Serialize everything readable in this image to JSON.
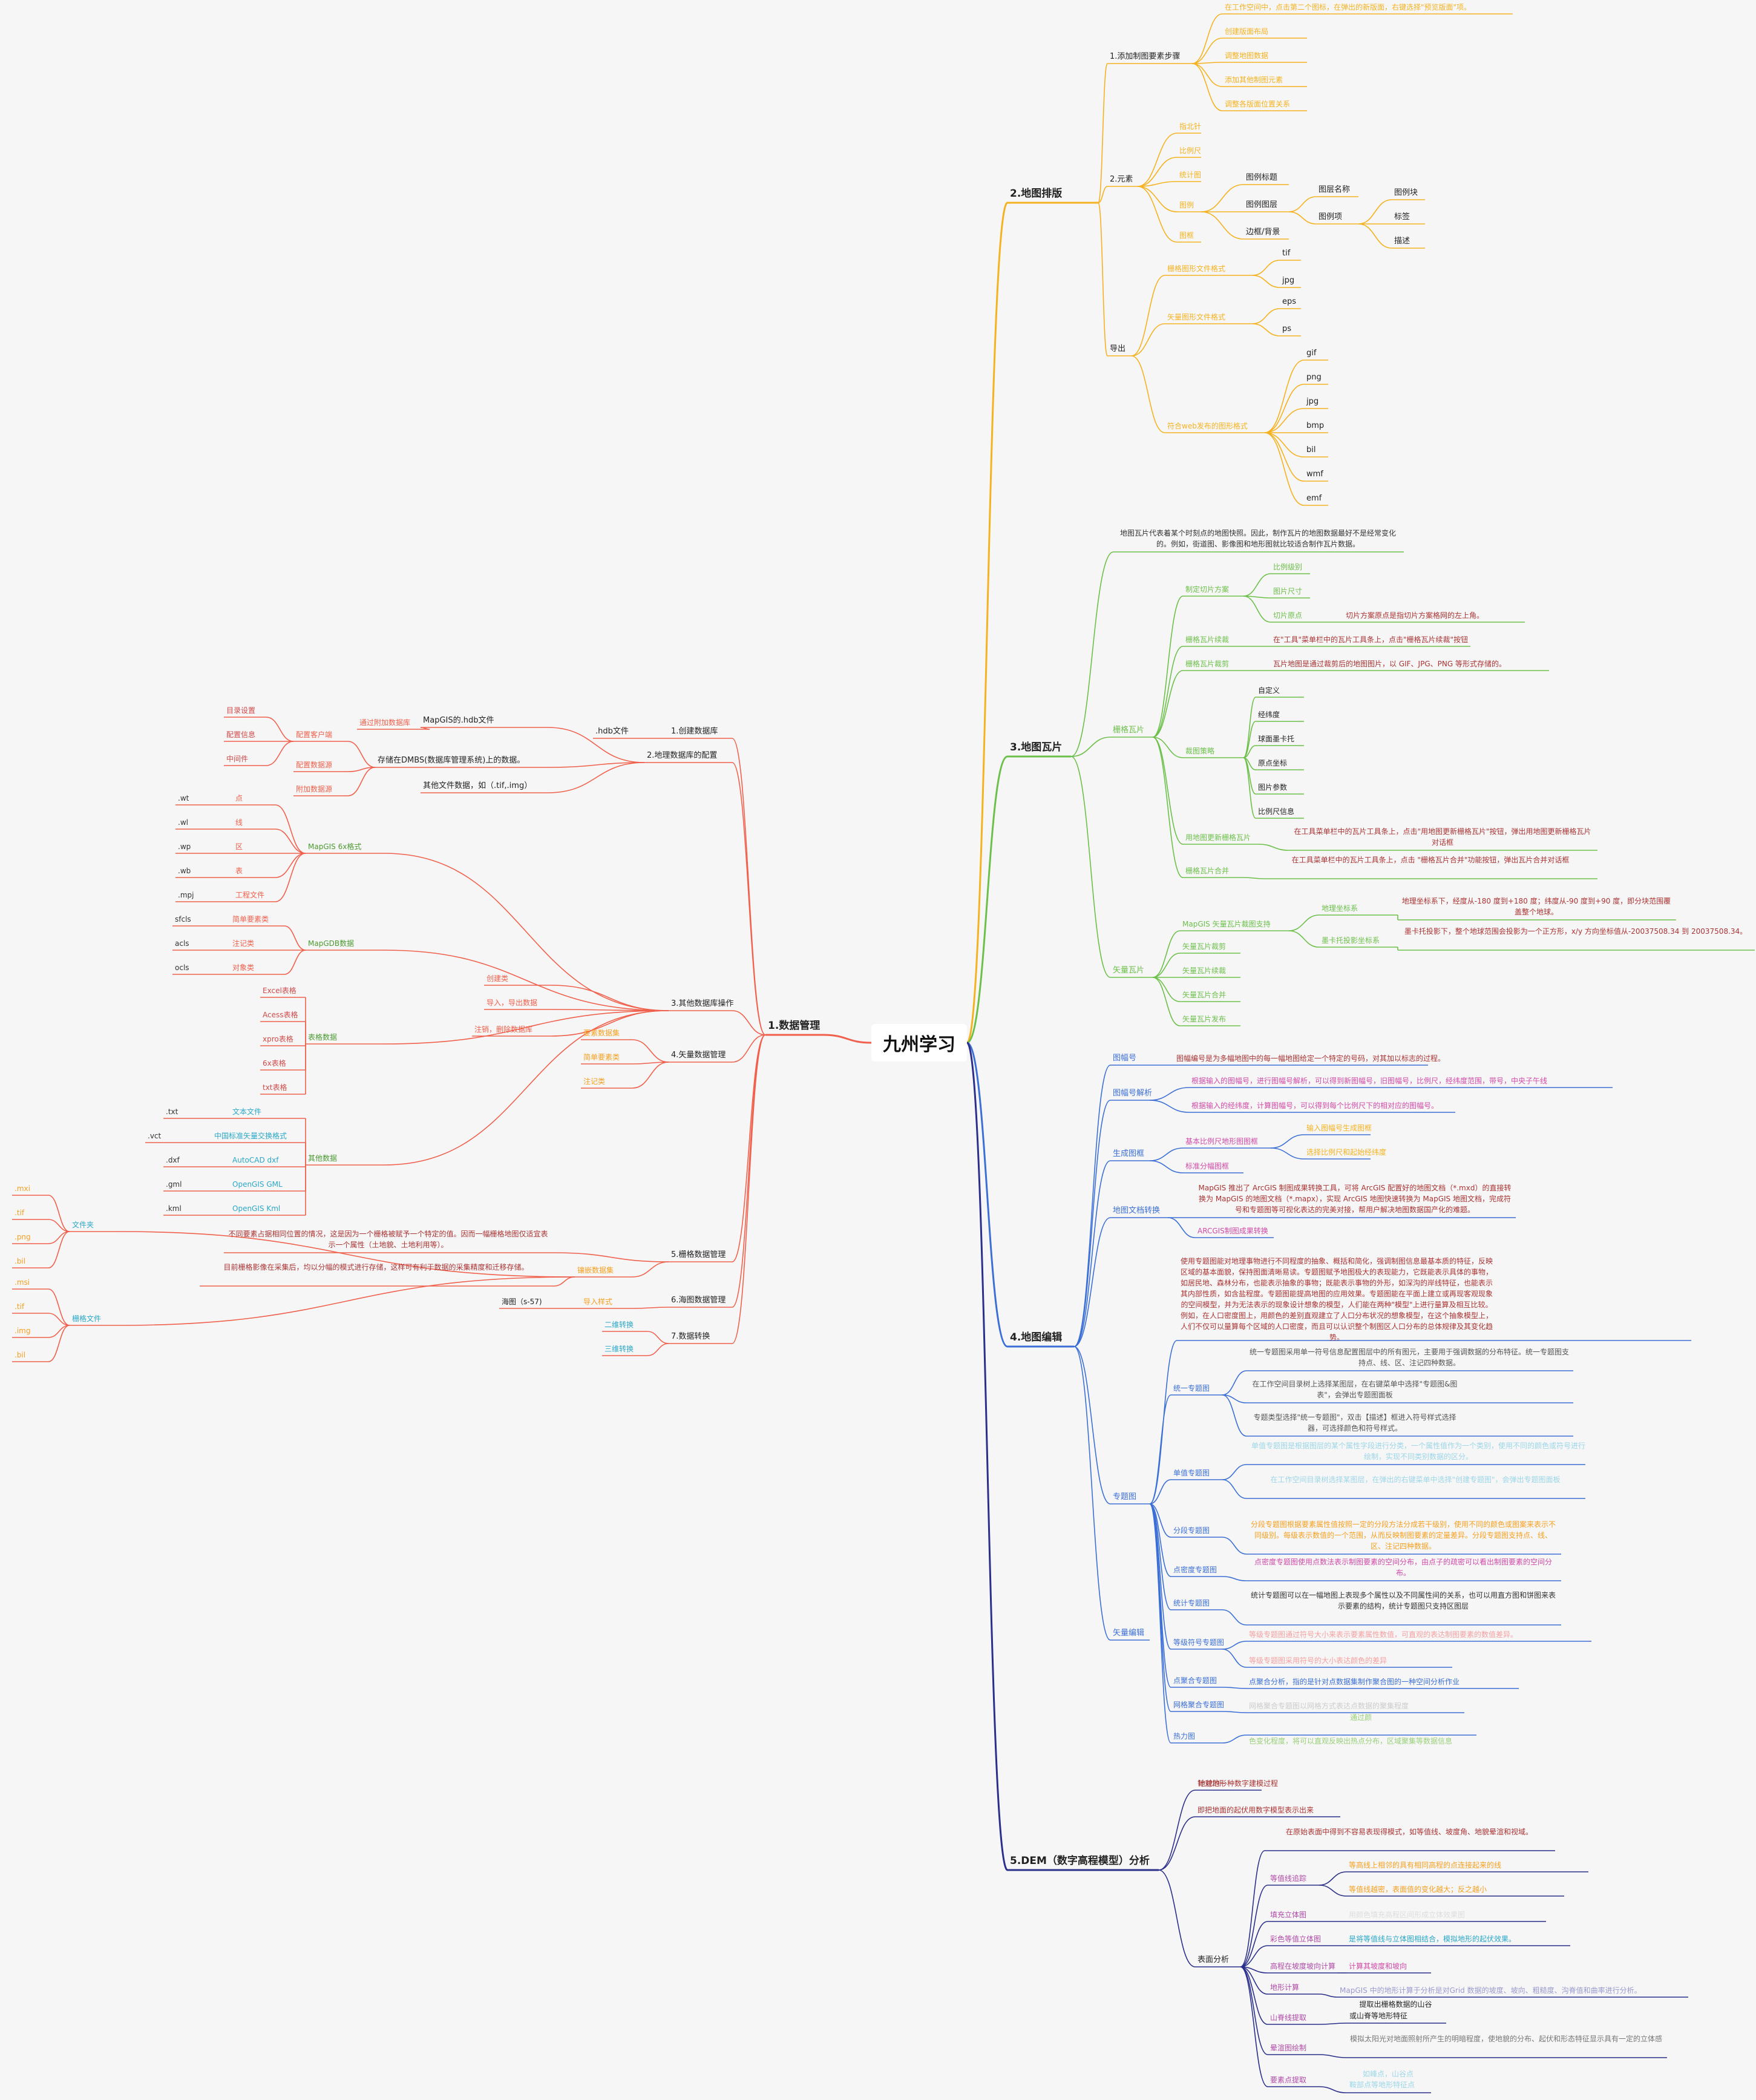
{
  "root": "九州学习",
  "colors": {
    "map": "#f5b220",
    "tiles": "#6cc04a",
    "edit": "#3b6fd6",
    "dem": "#2b2f8a",
    "data": "#f0604c"
  },
  "map": {
    "title": "2.地图排版",
    "add_steps": "1.添加制图要素步骤",
    "steps": [
      "在工作空间中，点击第二个图标，在弹出的新版面，右键选择\"预览版面\"项。",
      "创建版面布局",
      "调整地图数据",
      "添加其他制图元素",
      "调整各版面位置关系"
    ],
    "elements": "2.元素",
    "el": [
      "指北针",
      "比例尺",
      "统计图",
      "图例",
      "图框"
    ],
    "legend": [
      "图例标题",
      "图例图层",
      "边框/背景"
    ],
    "layer": [
      "图层名称",
      "图例项"
    ],
    "item": [
      "图例块",
      "标签",
      "描述"
    ],
    "export": "导出",
    "ex": [
      "栅格图形文件格式",
      "矢量图形文件格式",
      "符合web发布的图形格式"
    ],
    "raster": [
      "tif",
      "jpg"
    ],
    "vector": [
      "eps",
      "ps"
    ],
    "web": [
      "gif",
      "png",
      "jpg",
      "bmp",
      "bil",
      "wmf",
      "emf"
    ]
  },
  "tiles": {
    "title": "3.地图瓦片",
    "intro": "地图瓦片代表着某个时刻点的地图快照。因此，制作瓦片的地图数据最好不是经常变化的。例如，街道图、影像图和地形图就比较适合制作瓦片数据。",
    "grid": "栅格瓦片",
    "g": [
      "制定切片方案",
      "栅格瓦片续裁",
      "栅格瓦片裁剪",
      "裁图策略",
      "用地图更新栅格瓦片",
      "栅格瓦片合并"
    ],
    "plan": [
      "比例级别",
      "图片尺寸",
      "切片原点"
    ],
    "origin": "切片方案原点是指切片方案格网的左上角。",
    "cont": "在\"工具\"菜单栏中的瓦片工具条上，点击\"栅格瓦片续裁\"按钮",
    "crop": "瓦片地图是通过裁剪后的地图图片，以 GIF、JPG、PNG 等形式存储的。",
    "strategy": [
      "自定义",
      "经纬度",
      "球面墨卡托",
      "原点坐标",
      "图片参数",
      "比例尺信息"
    ],
    "update": "在工具菜单栏中的瓦片工具条上，点击\"用地图更新栅格瓦片\"按钮，弹出用地图更新栅格瓦片对话框",
    "merge": "在工具菜单栏中的瓦片工具条上，点击 \"栅格瓦片合并\"功能按钮，弹出瓦片合并对话框",
    "vec": "矢量瓦片",
    "v": [
      "MapGIS 矢量瓦片裁图支持",
      "矢量瓦片裁剪",
      "矢量瓦片续裁",
      "矢量瓦片合并",
      "矢量瓦片发布"
    ],
    "coord": [
      "地理坐标系",
      "墨卡托投影坐标系"
    ],
    "geo": "地理坐标系下，经度从-180 度到+180 度；纬度从-90 度到+90 度，即分块范围覆盖整个地球。",
    "merc": "墨卡托投影下，整个地球范围会投影为一个正方形，x/y 方向坐标值从-20037508.34 到 20037508.34。"
  },
  "edit": {
    "title": "4.地图编辑",
    "k": [
      "图幅号",
      "图幅号解析",
      "生成图框",
      "地图文档转换",
      "专题图",
      "矢量编辑"
    ],
    "mapno": "图幅编号是为多幅地图中的每一幅地图给定一个特定的号码，对其加以标志的过程。",
    "parse": [
      "根据输入的图幅号，进行图幅号解析，可以得到新图幅号，旧图幅号，比例尺，经纬度范围，带号，中央子午线",
      "根据输入的经纬度，计算图幅号，可以得到每个比例尺下的相对应的图幅号。"
    ],
    "frame": [
      "基本比例尺地形图图框",
      "标准分幅图框"
    ],
    "frame_sub": [
      "输入图幅号生成图框",
      "选择比例尺和起始经纬度"
    ],
    "doc": "MapGIS 推出了 ArcGIS 制图成果转换工具，可将 ArcGIS 配置好的地图文档（*.mxd）的直接转换为 MapGIS 的地图文档（*.mapx），实现 ArcGIS 地图快速转换为 MapGIS 地图文档，完成符号和专题图等可视化表达的完美对接，帮用户解决地图数据国产化的难题。",
    "doc2": "ARCGIS制图成果转换",
    "theme_intro": "使用专题图能对地理事物进行不同程度的抽象、概括和简化，强调制图信息最基本质的特征，反映区域的基本面貌，保持图面清晰易读。专题图赋予地图极大的表现能力，它既能表示具体的事物，如居民地、森林分布，也能表示抽象的事物；既能表示事物的外形，如深沟的岸线特征，也能表示其内部性质，如含盐程度。专题图能提高地图的应用效果。专题图能在平面上建立或再现客观现象的空间模型，并为无法表示的现象设计想象的模型，人们能在两种\"模型\"上进行量算及相互比较。例如，在人口密度图上，用颜色的差别直观建立了人口分布状况的想象模型，在这个抽象模型上，人们不仅可以量算每个区域的人口密度，而且可以认识整个制图区人口分布的总体规律及其变化趋势。",
    "themes": [
      "统一专题图",
      "单值专题图",
      "分段专题图",
      "点密度专题图",
      "统计专题图",
      "等级符号专题图",
      "点聚合专题图",
      "网格聚合专题图",
      "热力图"
    ],
    "uni": [
      "统一专题图采用单一符号信息配置图层中的所有图元，主要用于强调数据的分布特征。统一专题图支持点、线、区、注记四种数据。",
      "在工作空间目录树上选择某图层，在右键菜单中选择\"专题图&图表\"，会弹出专题图面板",
      "专题类型选择\"统一专题图\"，双击【描述】框进入符号样式选择器，可选择颜色和符号样式。"
    ],
    "uniq": [
      "单值专题图是根据图层的某个属性字段进行分类，一个属性值作为一个类别，使用不同的颜色或符号进行绘制，实现不同类别数据的区分。",
      "在工作空间目录树选择某图层，在弹出的右键菜单中选择\"创建专题图\"，会弹出专题图面板"
    ],
    "seg": "分段专题图根据要素属性值按照一定的分段方法分成若干级别，使用不同的颜色或图案来表示不同级别。每级表示数值的一个范围，从而反映制图要素的定量差异。分段专题图支持点、线、区、注记四种数据。",
    "dot": "点密度专题图使用点数法表示制图要素的空间分布，由点子的疏密可以看出制图要素的空间分布。",
    "stat": "统计专题图可以在一幅地图上表现多个属性以及不同属性间的关系，也可以用直方图和饼图来表示要素的结构，统计专题图只支持区图层",
    "grade": [
      "等级专题图通过符号大小来表示要素属性数值，可直观的表达制图要素的数值差异。",
      "等级专题图采用符号的大小表达颜色的差异"
    ],
    "agg": "点聚合分析，指的是针对点数据集制作聚合图的一种空间分析作业",
    "grid_agg": "网格聚合专题图以网格方式表达点数据的聚集程度",
    "heat": [
      "通过颜",
      "色变化程度，将可以直观反映出热点分布，区域聚集等数据信息"
    ]
  },
  "dem": {
    "title": "5.DEM（数字高程模型）分析",
    "a": [
      "针对地形",
      "地貌的一种数字建模过程"
    ],
    "b": "即把地面的起伏用数字模型表示出来",
    "surf": "表面分析",
    "s": [
      "等值线追踪",
      "填充立体图",
      "彩色等值立体图",
      "高程在坡度坡向计算",
      "地形计算",
      "山脊线提取",
      "晕渲图绘制",
      "要素点提取"
    ],
    "s0": "在原始表面中得到不容易表现得模式，如等值线、坡度角、地貌晕渲和视域。",
    "trace": [
      "等高线上相邻的具有相同高程的点连接起来的线",
      "等值线越密，表面值的变化越大；反之越小"
    ],
    "fill": "用颜色填充高程区间形成立体效果图",
    "color": "是将等值线与立体图相结合，模拟地形的起伏效果。",
    "slope": "计算其坡度和坡向",
    "terrain": "MapGIS 中的地形计算于分析是对Grid 数据的坡度、坡向、粗糙度、沟脊值和曲率进行分析。",
    "ridge": [
      "提取出栅格数据的山谷",
      "或山脊等地形特征"
    ],
    "shade": "模拟太阳光对地面照射所产生的明暗程度，使地貌的分布、起伏和形态特征显示具有一定的立体感",
    "pts": [
      "如峰点，山谷点",
      "鞍部点等地形特征点"
    ]
  },
  "data": {
    "title": "1.数据管理",
    "c1": "1.创建数据库",
    "c1a": ".hdb文件",
    "c2": "2.地理数据库的配置",
    "c2a": [
      "MapGIS的.hdb文件",
      "存储在DMBS(数据库管理系统)上的数据。",
      "其他文件数据，如（.tif,.img）"
    ],
    "c2b": "通过附加数据库",
    "c2c": [
      "配置客户端",
      "配置数据源",
      "附加数据源"
    ],
    "c2d": [
      "目录设置",
      "配置信息",
      "中间件"
    ],
    "c3": "3.其他数据库操作",
    "c3a": [
      "创建类",
      "导入，导出数据",
      "注销，删除数据库"
    ],
    "fmt": [
      "MapGIS 6x格式",
      "MapGDB数据",
      "表格数据",
      "其他数据"
    ],
    "f6": [
      "点",
      "线",
      "区",
      "表",
      "工程文件"
    ],
    "f6x": [
      ".wt",
      ".wl",
      ".wp",
      ".wb",
      ".mpj"
    ],
    "gdb": [
      "简单要素类",
      "注记类",
      "对象类"
    ],
    "gdbx": [
      "sfcls",
      "acls",
      "ocls"
    ],
    "tbl": [
      "Excel表格",
      "Acess表格",
      "xpro表格",
      "6x表格",
      "txt表格"
    ],
    "oth": [
      "文本文件",
      "中国标准矢量交换格式",
      "AutoCAD dxf",
      "OpenGIS GML",
      "OpenGIS Kml"
    ],
    "othx": [
      ".txt",
      ".vct",
      ".dxf",
      ".gml",
      ".kml"
    ],
    "c4": "4.矢量数据管理",
    "c4a": [
      "要素数据集",
      "简单要素类",
      "注记类"
    ],
    "c5": "5.栅格数据管理",
    "c5a": [
      "不同要素占据相同位置的情况，这是因为一个栅格被赋予一个特定的值。因而一幅栅格地图仅适宜表示一个属性（土地貌、土地利用等）。",
      "目前栅格影像在采集后，均以分幅的模式进行存储，这样可有利于数据的采集精度和迁移存储。"
    ],
    "c5b": "镶嵌数据集",
    "files": [
      "文件夹",
      "栅格文件"
    ],
    "fx": [
      ".mxi",
      ".tif",
      ".png",
      ".bil"
    ],
    "fy": [
      ".msi",
      ".tif",
      ".img",
      ".bil"
    ],
    "c6": "6.海图数据管理",
    "c6a": "导入样式",
    "c6b": "海图（s-57)",
    "c7": "7.数据转换",
    "c7a": [
      "二维转换",
      "三维转换"
    ]
  }
}
